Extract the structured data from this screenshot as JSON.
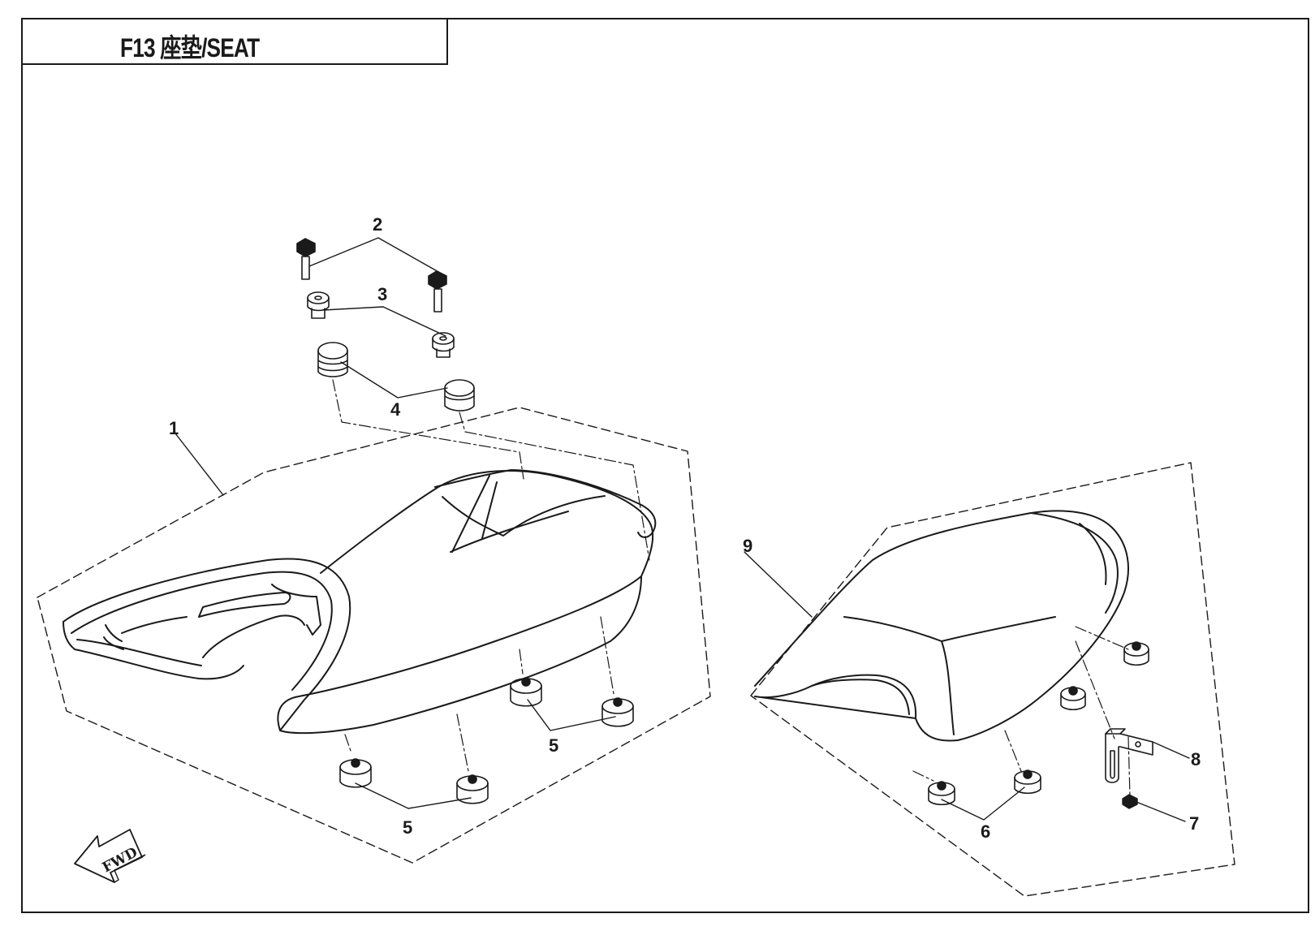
{
  "title": "F13 座垫/SEAT",
  "fwd_label": "FWD",
  "callouts": [
    {
      "id": "1",
      "label": "1"
    },
    {
      "id": "2",
      "label": "2"
    },
    {
      "id": "3",
      "label": "3"
    },
    {
      "id": "4",
      "label": "4"
    },
    {
      "id": "5a",
      "label": "5"
    },
    {
      "id": "5b",
      "label": "5"
    },
    {
      "id": "6",
      "label": "6"
    },
    {
      "id": "7",
      "label": "7"
    },
    {
      "id": "8",
      "label": "8"
    },
    {
      "id": "9",
      "label": "9"
    }
  ],
  "line_color": "#1a1a1a"
}
